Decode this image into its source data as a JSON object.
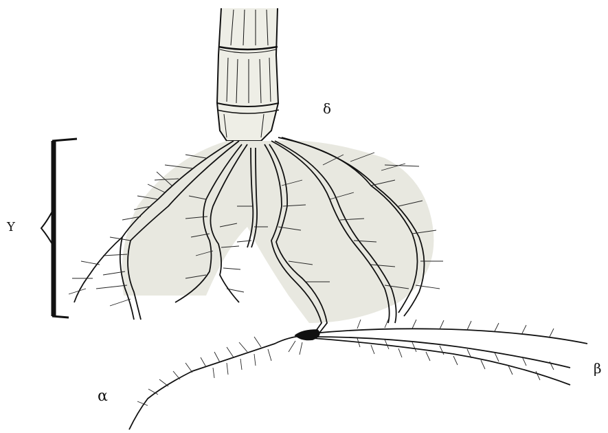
{
  "labels": {
    "alpha": "α",
    "beta": "β",
    "gamma": "Υ",
    "delta": "δ"
  },
  "colors": {
    "ink": "#111111",
    "root_fill": "#e4e4dc",
    "paper": "#ffffff"
  }
}
